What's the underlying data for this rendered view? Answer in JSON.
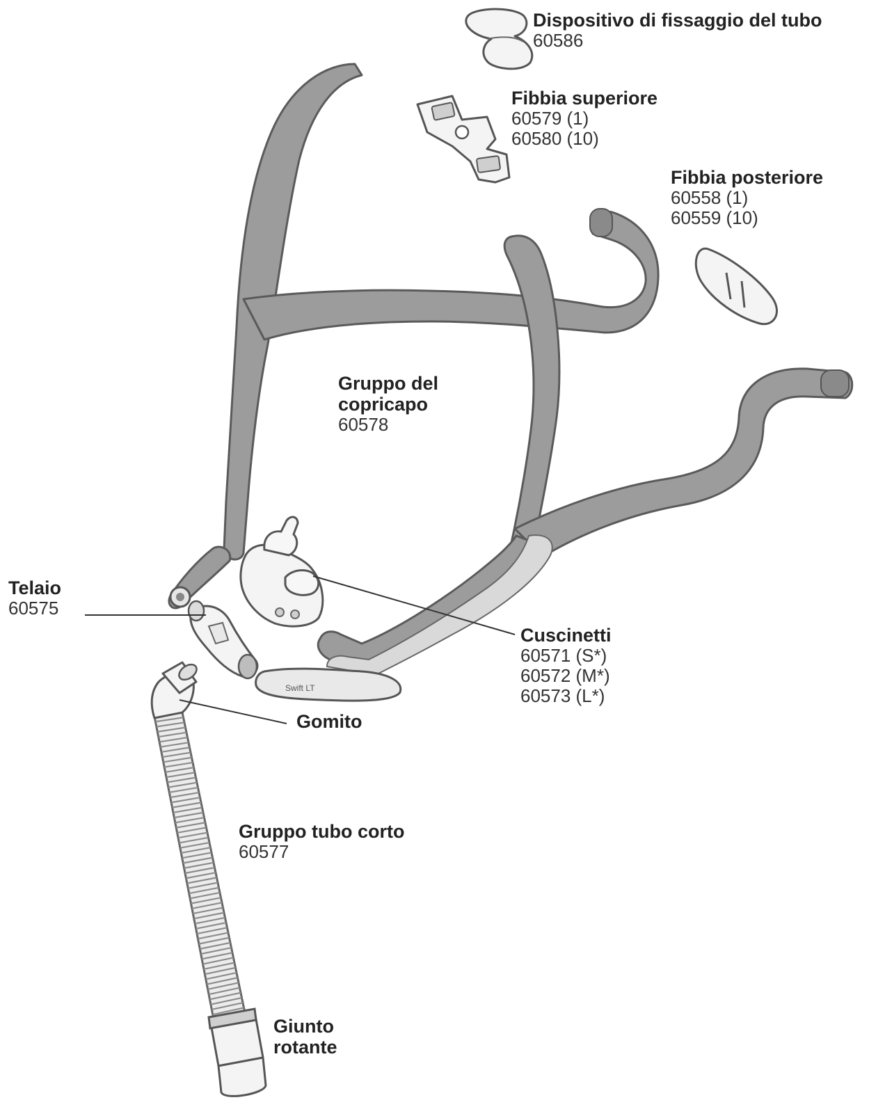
{
  "labels": {
    "tube_clip": {
      "name": "Dispositivo di fissaggio del tubo",
      "codes": [
        "60586"
      ]
    },
    "top_buckle": {
      "name": "Fibbia superiore",
      "codes": [
        "60579 (1)",
        "60580 (10)"
      ]
    },
    "back_buckle": {
      "name": "Fibbia posteriore",
      "codes": [
        "60558 (1)",
        "60559 (10)"
      ]
    },
    "headgear": {
      "name_line1": "Gruppo del",
      "name_line2": "copricapo",
      "codes": [
        "60578"
      ]
    },
    "frame": {
      "name": "Telaio",
      "codes": [
        "60575"
      ]
    },
    "cushions": {
      "name": "Cuscinetti",
      "codes": [
        "60571 (S*)",
        "60572 (M*)",
        "60573 (L*)"
      ]
    },
    "elbow": {
      "name": "Gomito"
    },
    "short_tube": {
      "name": "Gruppo tubo corto",
      "codes": [
        "60577"
      ]
    },
    "swivel": {
      "name_line1": "Giunto",
      "name_line2": "rotante"
    }
  },
  "cushion_stamp": "Swift LT"
}
